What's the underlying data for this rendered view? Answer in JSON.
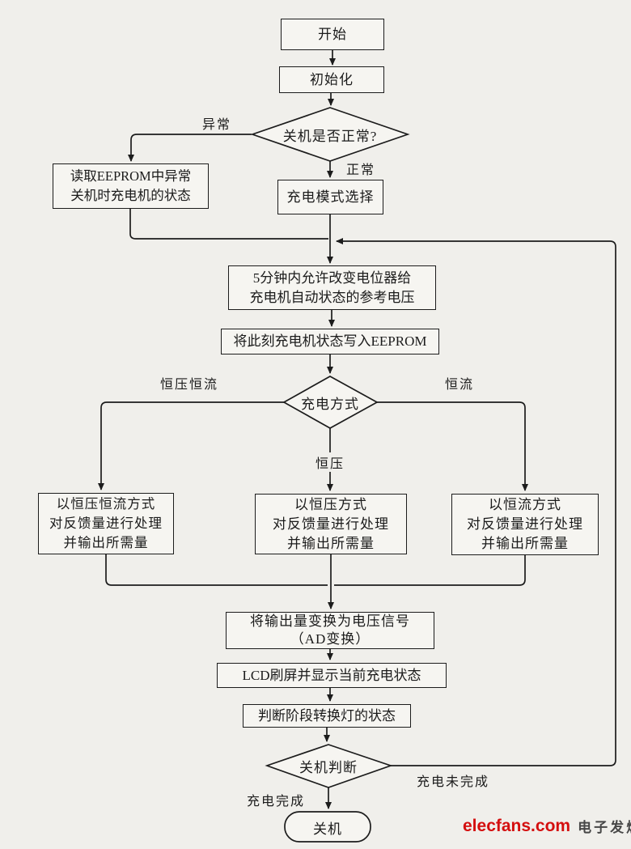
{
  "flowchart": {
    "colors": {
      "background": "#f0efeb",
      "line": "#1c1c1c",
      "node_fill": "#f6f5f1",
      "text": "#1b1b1b"
    },
    "nodes": {
      "start": {
        "label": "开始"
      },
      "init": {
        "label": "初始化"
      },
      "shutdown_normal": {
        "label": "关机是否正常?"
      },
      "read_eeprom": {
        "lines": [
          "读取EEPROM中异常",
          "关机时充电机的状态"
        ]
      },
      "charge_mode": {
        "label": "充电模式选择"
      },
      "allow_change": {
        "lines": [
          "5分钟内允许改变电位器给",
          "充电机自动状态的参考电压"
        ]
      },
      "write_eeprom": {
        "label": "将此刻充电机状态写入EEPROM"
      },
      "charge_method": {
        "label": "充电方式"
      },
      "cvcc_process": {
        "lines": [
          "以恒压恒流方式",
          "对反馈量进行处理",
          "并输出所需量"
        ]
      },
      "cv_process": {
        "lines": [
          "以恒压方式",
          "对反馈量进行处理",
          "并输出所需量"
        ]
      },
      "cc_process": {
        "lines": [
          "以恒流方式",
          "对反馈量进行处理",
          "并输出所需量"
        ]
      },
      "ad_convert": {
        "lines": [
          "将输出量变换为电压信号",
          "（AD变换）"
        ]
      },
      "lcd_display": {
        "label": "LCD刷屏并显示当前充电状态"
      },
      "judge_light": {
        "label": "判断阶段转换灯的状态"
      },
      "shutdown_judge": {
        "label": "关机判断"
      },
      "shutdown": {
        "label": "关机"
      }
    },
    "edge_labels": {
      "abnormal": "异常",
      "normal": "正常",
      "cv_cc": "恒压恒流",
      "cc": "恒流",
      "cv": "恒压",
      "charge_incomplete": "充电未完成",
      "charge_complete": "充电完成"
    }
  },
  "watermark": {
    "brand": "elecfans.com",
    "site_name": "电子发烧友",
    "brand_color": "#d40f0f",
    "site_name_color": "#474747"
  }
}
